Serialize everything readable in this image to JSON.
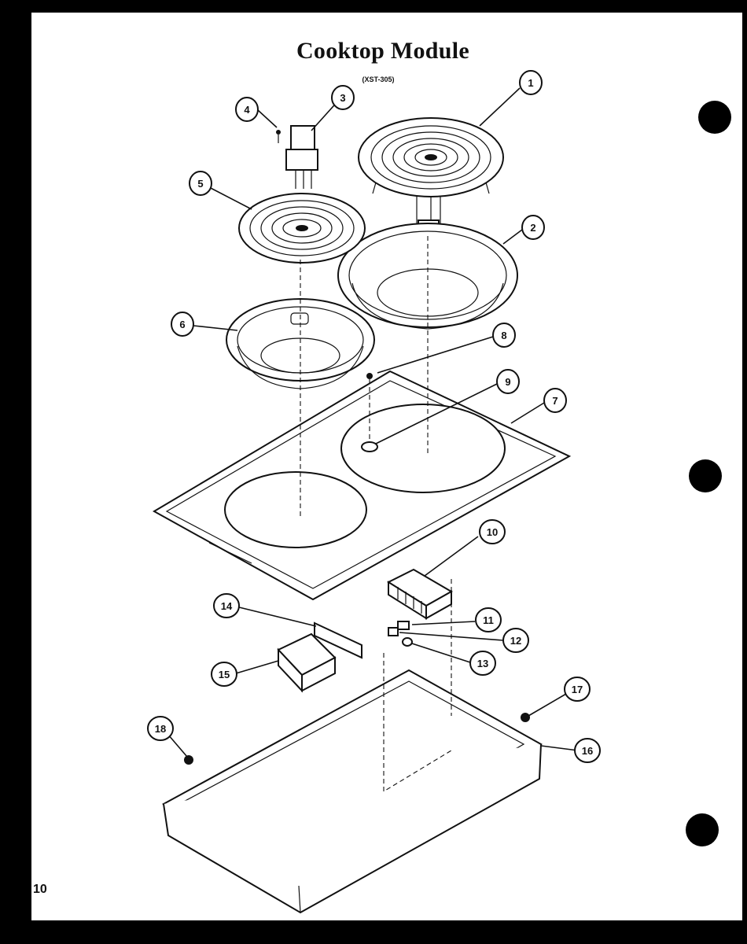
{
  "title": "Cooktop Module",
  "subtitle": "(XST-305)",
  "page_number": "10",
  "callouts": [
    {
      "id": "1",
      "label": "1"
    },
    {
      "id": "2",
      "label": "2"
    },
    {
      "id": "3",
      "label": "3"
    },
    {
      "id": "4",
      "label": "4"
    },
    {
      "id": "5",
      "label": "5"
    },
    {
      "id": "6",
      "label": "6"
    },
    {
      "id": "7",
      "label": "7"
    },
    {
      "id": "8",
      "label": "8"
    },
    {
      "id": "9",
      "label": "9"
    },
    {
      "id": "10",
      "label": "10"
    },
    {
      "id": "11",
      "label": "11"
    },
    {
      "id": "12",
      "label": "12"
    },
    {
      "id": "13",
      "label": "13"
    },
    {
      "id": "14",
      "label": "14"
    },
    {
      "id": "15",
      "label": "15"
    },
    {
      "id": "16",
      "label": "16"
    },
    {
      "id": "17",
      "label": "17"
    },
    {
      "id": "18",
      "label": "18"
    }
  ]
}
